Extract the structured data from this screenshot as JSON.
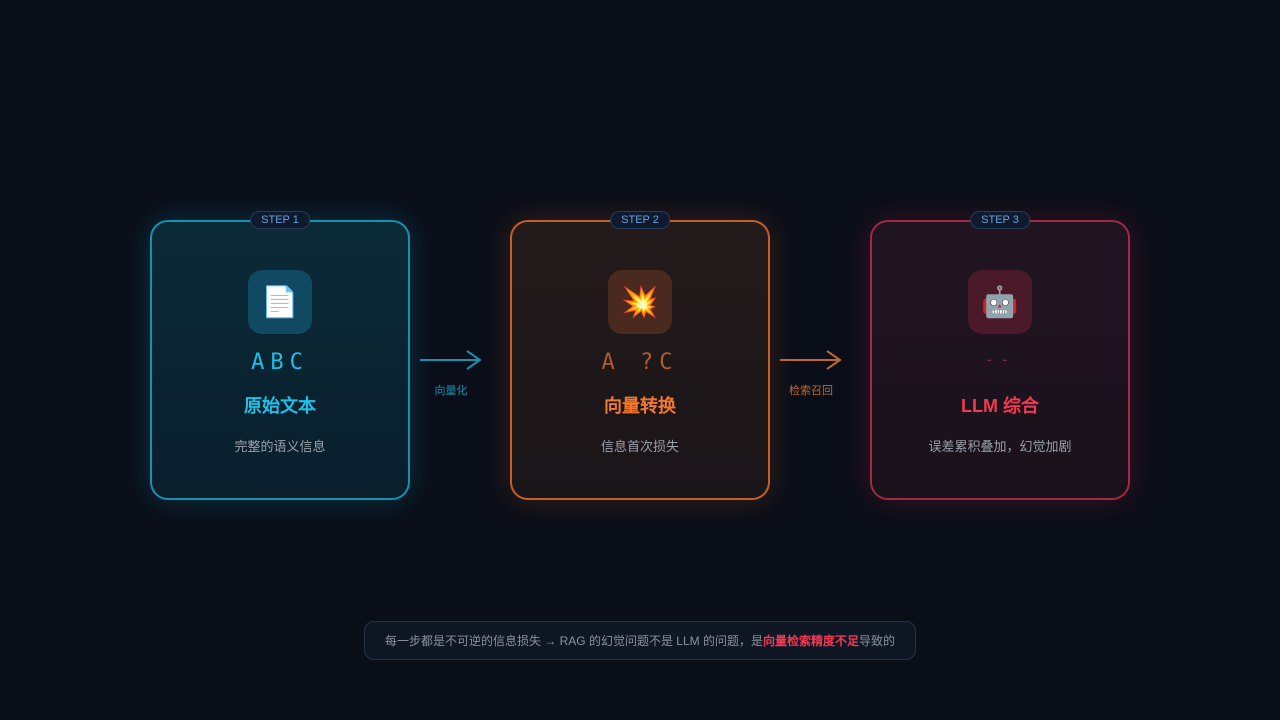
{
  "steps": [
    {
      "badge": "STEP 1",
      "icon": "📄",
      "letters": "ABC",
      "title": "原始文本",
      "desc": "完整的语义信息",
      "color": "#1ec0e8"
    },
    {
      "badge": "STEP 2",
      "icon": "💥",
      "letters": "A ?C",
      "title": "向量转换",
      "desc": "信息首次损失",
      "color": "#f07830"
    },
    {
      "badge": "STEP 3",
      "icon": "🤖",
      "letters": "--",
      "title": "LLM 综合",
      "desc": "误差累积叠加，幻觉加剧",
      "color": "#f03a50"
    }
  ],
  "arrows": [
    {
      "label": "向量化",
      "color": "#1a8fb0"
    },
    {
      "label": "检索召回",
      "color": "#c0682e"
    }
  ],
  "footer": {
    "prefix": "每一步都是不可逆的信息损失 → RAG 的幻觉问题不是 LLM 的问题，是",
    "highlight": "向量检索精度不足",
    "suffix": "导致的"
  }
}
